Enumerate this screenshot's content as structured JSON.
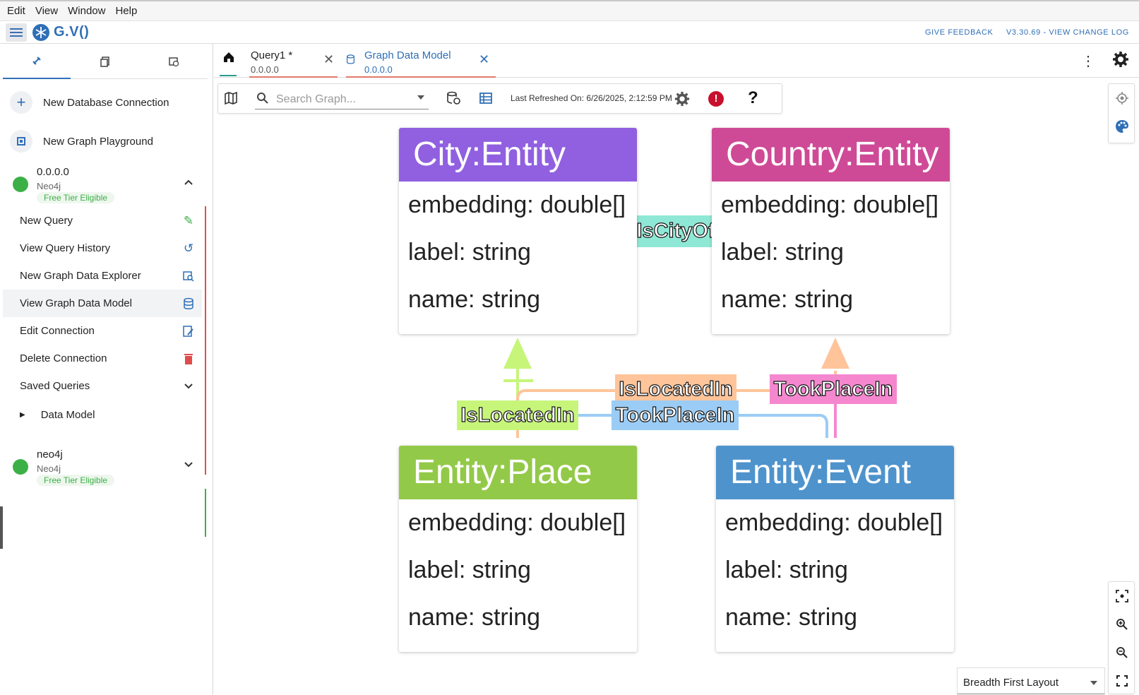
{
  "menubar": {
    "items": [
      "Edit",
      "View",
      "Window",
      "Help"
    ]
  },
  "app": {
    "logo_text": "G.V()",
    "feedback_link": "GIVE FEEDBACK",
    "version_link": "V3.30.69 - VIEW CHANGE LOG"
  },
  "sidebar": {
    "actions": [
      {
        "label": "New Database Connection",
        "icon": "plus-icon"
      },
      {
        "label": "New Graph Playground",
        "icon": "chip-icon"
      }
    ],
    "connections": [
      {
        "name": "0.0.0.0",
        "type": "Neo4j",
        "badge": "Free Tier Eligible",
        "status_color": "#3cb046",
        "expanded": true,
        "items": [
          {
            "label": "New Query",
            "icon": "magic-wand-icon"
          },
          {
            "label": "View Query History",
            "icon": "history-icon"
          },
          {
            "label": "New Graph Data Explorer",
            "icon": "graph-search-icon"
          },
          {
            "label": "View Graph Data Model",
            "icon": "database-icon"
          },
          {
            "label": "Edit Connection",
            "icon": "edit-icon"
          },
          {
            "label": "Delete Connection",
            "icon": "trash-icon"
          },
          {
            "label": "Saved Queries",
            "icon": "chevron-down-icon"
          },
          {
            "label": "Data Model",
            "icon": "caret-right-icon"
          }
        ]
      },
      {
        "name": "neo4j",
        "type": "Neo4j",
        "badge": "Free Tier Eligible",
        "status_color": "#3cb046",
        "expanded": false
      }
    ]
  },
  "tabs": [
    {
      "title": "Query1 *",
      "subtitle": "0.0.0.0",
      "active": false
    },
    {
      "title": "Graph Data Model",
      "subtitle": "0.0.0.0",
      "active": true
    }
  ],
  "toolbar": {
    "search_placeholder": "Search Graph...",
    "last_refreshed": "Last Refreshed On: 6/26/2025, 2:12:59 PM",
    "help": "?"
  },
  "graph": {
    "nodes": [
      {
        "title": "City:Entity",
        "color": "#9160e0",
        "props": [
          "embedding: double[]",
          "label: string",
          "name: string"
        ]
      },
      {
        "title": "Country:Entity",
        "color": "#cf4a96",
        "props": [
          "embedding: double[]",
          "label: string",
          "name: string"
        ]
      },
      {
        "title": "Entity:Place",
        "color": "#93c948",
        "props": [
          "embedding: double[]",
          "label: string",
          "name: string"
        ]
      },
      {
        "title": "Entity:Event",
        "color": "#4e93cc",
        "props": [
          "embedding: double[]",
          "label: string",
          "name: string"
        ]
      }
    ],
    "edges": [
      {
        "label": "IsCityOf",
        "color": "#8fe8d5"
      },
      {
        "label": "IsLocatedIn",
        "color": "#ffc49a"
      },
      {
        "label": "TookPlaceIn",
        "color": "#f587cf"
      },
      {
        "label": "IsLocatedIn",
        "color": "#c6f57a"
      },
      {
        "label": "TookPlaceIn",
        "color": "#9bccf5"
      }
    ]
  },
  "layout_select": {
    "value": "Breadth First Layout"
  }
}
